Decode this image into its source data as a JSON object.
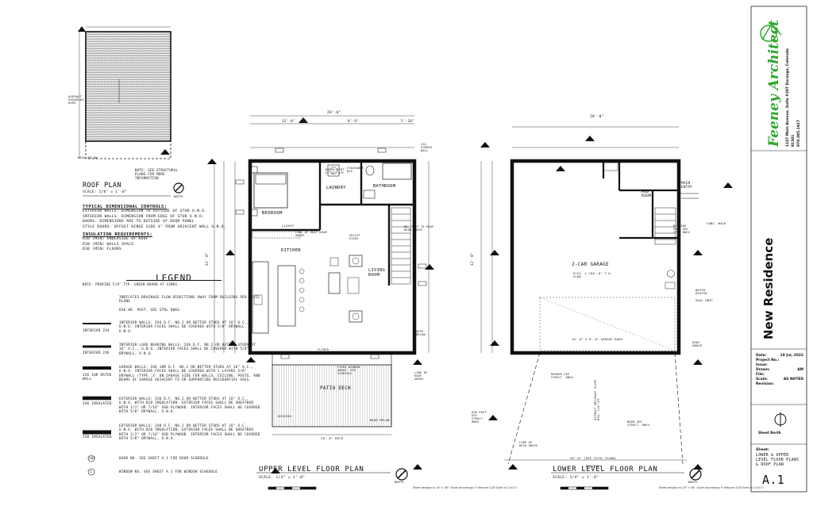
{
  "roof_plan": {
    "title": "ROOF PLAN",
    "scale": "SCALE: 1/8\" = 1'-0\"",
    "note": "NOTE: SEE STRUCTURAL PLANS FOR MORE INFORMATION",
    "shingle_label": "ASPHALT SHINGLES OVER",
    "deck_label": "DECK BELOW",
    "north": "NORTH"
  },
  "notes": {
    "dim_heading": "TYPICAL DIMENSIONAL CONTROLS:",
    "dim_lines": [
      "EXTERIOR WALLS: DIMENSION TO OUTSIDE OF STUD U.N.O.",
      "INTERIOR WALLS: DIMENSION FROM EDGE OF STUD U.N.O.",
      "DOORS: DIMENSIONS ARE TO OUTSIDE OF DOOR PANEL",
      "STYLE DOORS: OFFSET HINGE SIDE 4\" FROM ADJACENT WALL U.N.O."
    ],
    "ins_heading": "INSULATION REQUIREMENTS:",
    "ins_lines": [
      "R38 (min) UNDERSIDE OF ROOF",
      "R20 (min) WALLS SPACE",
      "R30 (min) FLOORS"
    ]
  },
  "legend": {
    "title": "LEGEND",
    "note": "NOTE: PROVIDE 5/8\" TYP. GREEN BOARD AT SINKS",
    "rows": [
      {
        "tag": "",
        "text": "INDICATES DRAINAGE FLOW DIRECTIONS AWAY FROM BUILDING PER CIVIL PLANS"
      },
      {
        "tag": "",
        "text": "6x6 HD. POST, SEE STRL DWGS"
      },
      {
        "tag": "INTERIOR 2x4",
        "text": "INTERIOR WALLS: 2x4 D.F. No.2 or better studs at 16\" o.c., U.N.O. Interior faces shall be covered with 5/8\" drywall, U.N.O."
      },
      {
        "tag": "INTERIOR 2x6",
        "text": "INTERIOR LOAD BEARING WALLS: 2x6 D.F. No.2 or better studs at 16\" o.c., U.N.O. Interior faces shall be covered with 5/8\" drywall, U.N.O."
      },
      {
        "tag": "2x6 1HR RATED WALL",
        "text": "GARAGE WALLS: 2x6 1HR D.F. No.2 or better studs at 16\" o.c., U.N.O. Interior faces shall be covered with 1 layers 5/8\" drywall (Type 'X' On GARAGE SIDE FOR WALLS, CEILING, POSTS, AND BEAMS OF GARAGE ADJACENT TO OR SUPPORTING RESIDENTIAL USES."
      },
      {
        "tag": "2x6 INSULATED",
        "text": "EXTERIOR WALLS: 2x6 D.F. No.2 or better studs at 16\" o.c., U.N.O. with R20 insulation. Exterior faces shall be sheathed with 1/2\" or 7/16\" OSB plywood. Interior faces shall be covered with 5/8\" drywall, U.N.O."
      },
      {
        "tag": "2x8 INSULATED",
        "text": "EXTERIOR WALLS: 2x8 D.F. No.2 or better studs at 16\" o.c., U.N.O. with R20 insulation. Exterior faces shall be sheathed with 1/2\" or 7/16\" OSB plywood. Interior faces shall be covered with 5/8\" drywall, U.N.O."
      },
      {
        "tag": "101",
        "text": "DOOR NO. SEE SHEET A.1 FOR DOOR SCHEDULE"
      },
      {
        "tag": "1",
        "text": "WINDOW NO. SEE SHEET A.1 FOR WINDOW SCHEDULE"
      }
    ]
  },
  "upper_plan": {
    "title": "UPPER LEVEL FLOOR PLAN",
    "scale": "SCALE: 1/4\" = 1'-0\"",
    "overall_dim": "28'-0\"",
    "dims_top": [
      "12'-0\"",
      "8'-6\"",
      "5'-10\""
    ],
    "side_dim": "32'-0\"",
    "rooms": {
      "bedroom": "BEDROOM",
      "laundry": "LAUNDRY",
      "bathroom": "BATHROOM",
      "kitchen": "KITCHEN",
      "living": "LIVING ROOM",
      "closet": "CLOSET",
      "patio": "PATIO DECK"
    },
    "callouts": {
      "dryer": "DRYER VENT AT 42\" AFF",
      "stackable": "STACKABLE W/D",
      "furred": "2x4 FURRED WALL",
      "pellet": "PELLET STOVE",
      "roof_beam": "LINE OF ROOF BEAM ABOVE",
      "post_roof": "HD. POST TO ROOF BEAM ABOVE",
      "slider": "SLIDER",
      "decking": "DECKING",
      "beam_below": "BEAM BELOW",
      "line_roof": "LINE OF ROOF ABOVE",
      "deck_dim": "20'-0\" DECK",
      "window_note": "FIXED WINDOW ABOVE, SEE SCHEDULE",
      "deck_below": "DECK BELOW"
    },
    "north": "NORTH"
  },
  "lower_plan": {
    "title": "LOWER LEVEL FLOOR PLAN",
    "scale": "SCALE: 1/4\" = 1'-0\"",
    "overall_dim": "28'-0\"",
    "side_dim": "32'-0\"",
    "rooms": {
      "garage": "2-CAR GARAGE",
      "mud": "MUD ROOM",
      "entry": "MAIN ENTRY"
    },
    "callouts": {
      "slab": "ELEV. ± 100'-0\" T.O. SLAB",
      "garage_door": "16'-0\" X 8'-0\" GARAGE DOOR",
      "water_heater": "WATER HEATER",
      "hvac": "HVAC UNIT",
      "conc_walk": "CONC. WALK",
      "roof_above": "ROOF ABOVE",
      "header": "HEADER SEE STRUCT. DWGS.",
      "asphalt": "ASPHALT DRIVEWAY SLOPE MIN. 1/8\"/FT",
      "beam_struct": "BEAM SEE STRUCT. DWGS.",
      "line_deck": "LINE OF DECK ABOVE",
      "post_struct": "6x6 POST SEE STRUCT. DWGS.",
      "bearing_post": "BEARING POST SEE STRL DWGS",
      "driveway": "DRIVEWAY",
      "civil": "28'-0\" (SEE CIVIL PLANS)"
    },
    "north": "NORTH"
  },
  "fine_print": "Sheet designs to 24\" x 36\". Scale accordingly if reduced (1/8 Scale at 11x17)",
  "title_block": {
    "firm": "Feeney Architect",
    "address": "1247 Main Avenue, Suite #207 Durango, Colorado",
    "zip": "81301",
    "phone": "970.385.1927",
    "project": "New Residence",
    "fields": [
      {
        "label": "Date:",
        "value": "18 Jul, 2022"
      },
      {
        "label": "Project No.:",
        "value": ""
      },
      {
        "label": "Issue:",
        "value": ""
      },
      {
        "label": "Drawn:",
        "value": "AM"
      },
      {
        "label": "File:",
        "value": ""
      },
      {
        "label": "Scale:",
        "value": "AS NOTED"
      },
      {
        "label": "Revision:",
        "value": ""
      }
    ],
    "sheet_north": "Sheet North",
    "sheet_label": "Sheet:",
    "sheet_desc": "LOWER & UPPER LEVEL FLOOR PLANS & ROOF PLAN",
    "sheet_no": "A.1",
    "accent": "#2fa82f"
  }
}
